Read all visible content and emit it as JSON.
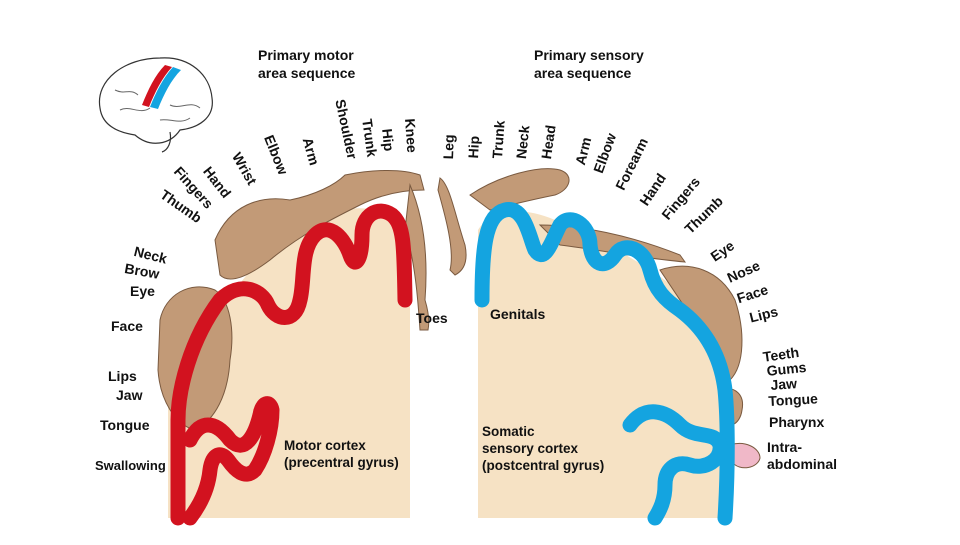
{
  "titles": {
    "motor": [
      "Primary motor",
      "area sequence"
    ],
    "sensory": [
      "Primary sensory",
      "area sequence"
    ]
  },
  "motor_labels": {
    "thumb": "Thumb",
    "fingers": "Fingers",
    "hand": "Hand",
    "wrist": "Wrist",
    "elbow": "Elbow",
    "arm": "Arm",
    "shoulder": "Shoulder",
    "trunk": "Trunk",
    "hip": "Hip",
    "knee": "Knee",
    "toes": "Toes",
    "neck": "Neck",
    "brow": "Brow",
    "eye": "Eye",
    "face": "Face",
    "lips": "Lips",
    "jaw": "Jaw",
    "tongue": "Tongue",
    "swallowing": "Swallowing"
  },
  "sensory_labels": {
    "leg": "Leg",
    "hip": "Hip",
    "trunk": "Trunk",
    "neck": "Neck",
    "head": "Head",
    "arm": "Arm",
    "elbow": "Elbow",
    "forearm": "Forearm",
    "hand": "Hand",
    "fingers": "Fingers",
    "thumb": "Thumb",
    "eye": "Eye",
    "nose": "Nose",
    "face": "Face",
    "lips": "Lips",
    "genitals": "Genitals",
    "teeth": "Teeth",
    "gums": "Gums",
    "jaw": "Jaw",
    "tongue": "Tongue",
    "pharynx": "Pharynx",
    "intra1": "Intra-",
    "intra2": "abdominal"
  },
  "cortex_labels": {
    "motor": [
      "Motor cortex",
      "(precentral gyrus)"
    ],
    "sensory": [
      "Somatic",
      "sensory cortex",
      "(postcentral gyrus)"
    ]
  },
  "colors": {
    "motor": "#d2121f",
    "sensory": "#14a4e0",
    "tissue": "#f6e2c4",
    "body": "#c29a77"
  }
}
